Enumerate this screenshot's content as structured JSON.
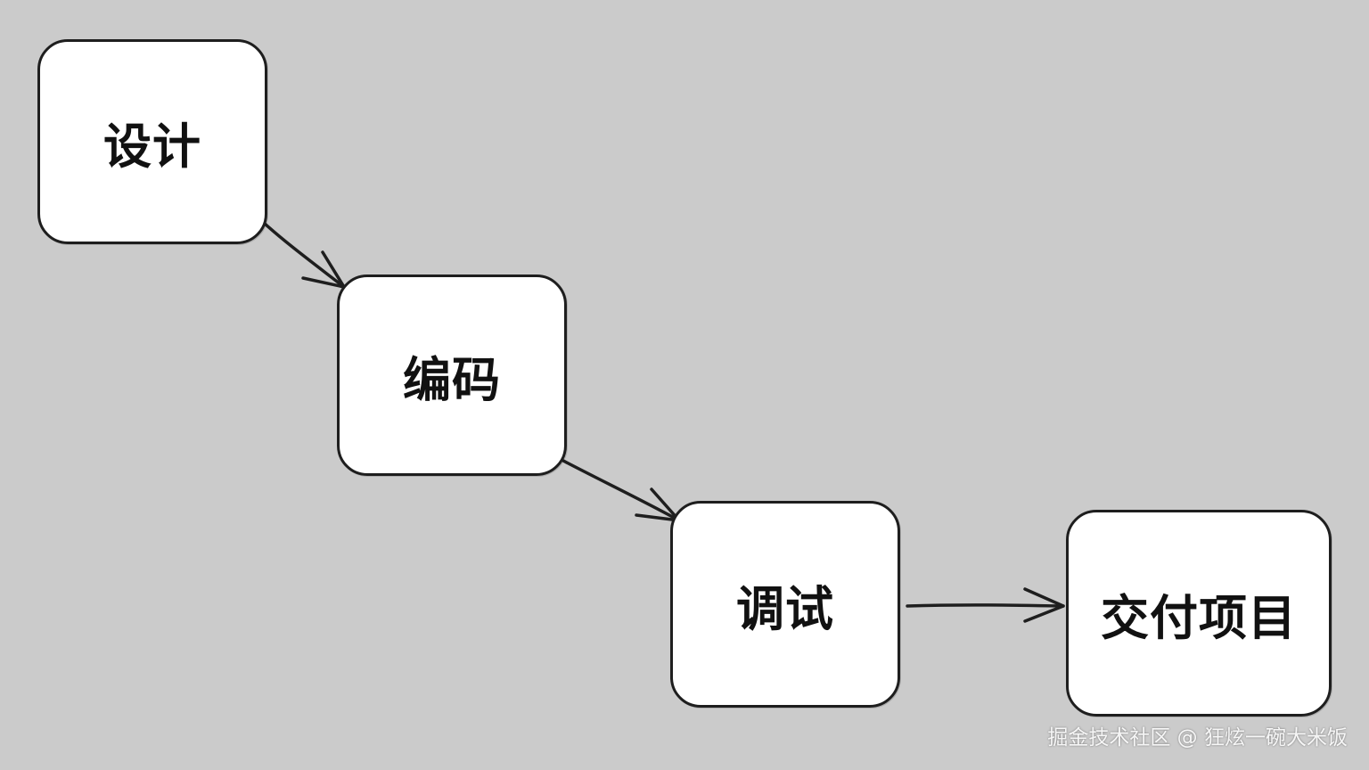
{
  "diagram": {
    "nodes": [
      {
        "id": "design",
        "label": "设计"
      },
      {
        "id": "code",
        "label": "编码"
      },
      {
        "id": "debug",
        "label": "调试"
      },
      {
        "id": "deliver",
        "label": "交付项目"
      }
    ],
    "edges": [
      {
        "from": "design",
        "to": "code"
      },
      {
        "from": "code",
        "to": "debug"
      },
      {
        "from": "debug",
        "to": "deliver"
      }
    ]
  },
  "watermark": "掘金技术社区 @ 狂炫一碗大米饭",
  "colors": {
    "background": "#cbcbcb",
    "node_fill": "#ffffff",
    "stroke": "#1e1e1e"
  }
}
